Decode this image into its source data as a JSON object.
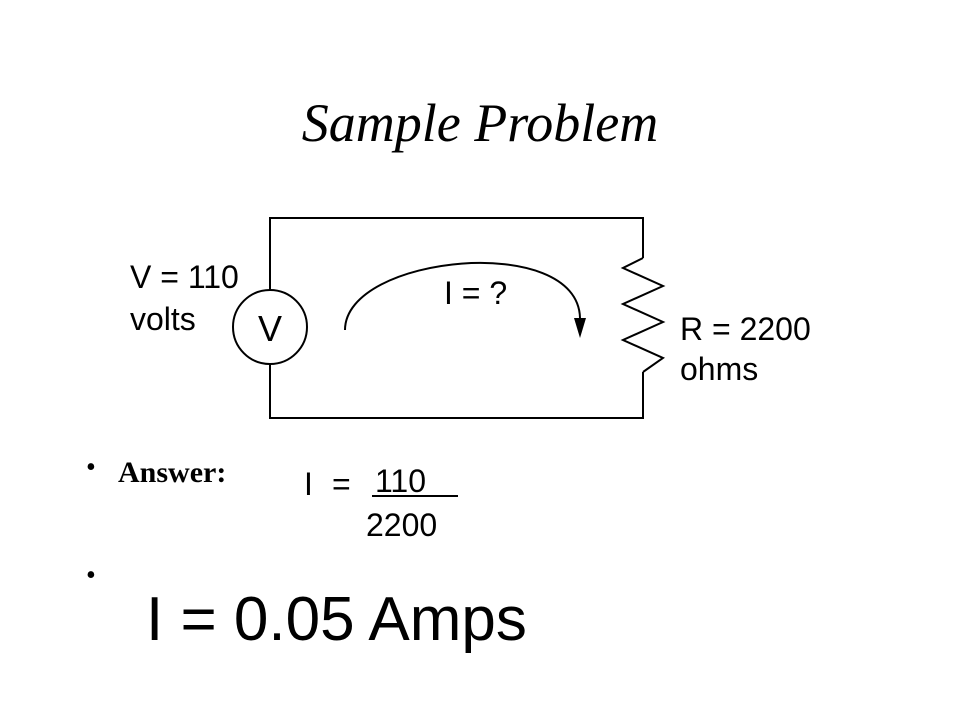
{
  "slide": {
    "title": "Sample Problem"
  },
  "circuit": {
    "voltage_label": "V = 110",
    "voltage_unit": "volts",
    "source_symbol": "V",
    "current_label": "I = ?",
    "resistance_label": "R = 2200",
    "resistance_unit": "ohms"
  },
  "answer": {
    "label": "Answer:",
    "lhs": "I",
    "equals": "=",
    "numerator": "110",
    "denominator": "2200",
    "result": "I = 0.05 Amps"
  },
  "bullet_char": "•"
}
